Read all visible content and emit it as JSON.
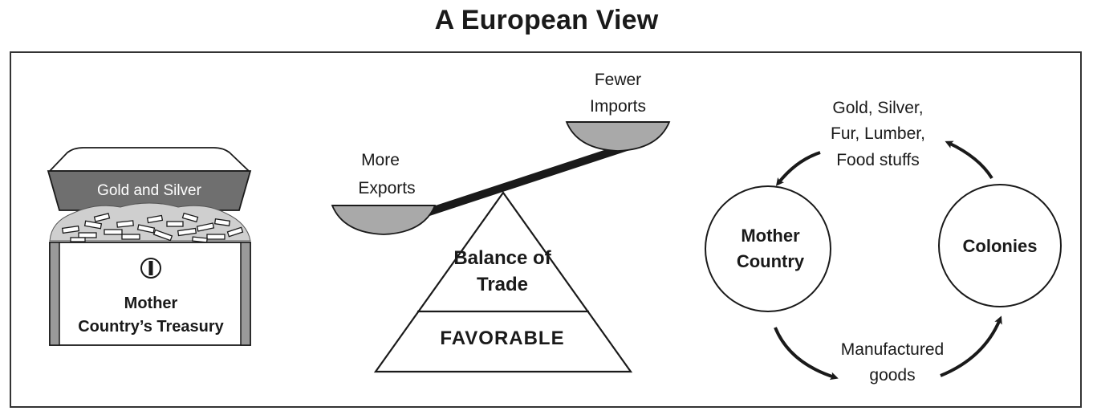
{
  "title": "A European View",
  "treasury": {
    "lid_label": "Gold and Silver",
    "name_line1": "Mother",
    "name_line2": "Country’s Treasury"
  },
  "balance": {
    "left_pan_line1": "More",
    "left_pan_line2": "Exports",
    "right_pan_line1": "Fewer",
    "right_pan_line2": "Imports",
    "fulcrum_line1": "Balance of",
    "fulcrum_line2": "Trade",
    "fulcrum_base": "FAVORABLE"
  },
  "trade_cycle": {
    "mother_line1": "Mother",
    "mother_line2": "Country",
    "colonies": "Colonies",
    "top_line1": "Gold, Silver,",
    "top_line2": "Fur, Lumber,",
    "top_line3": "Food stuffs",
    "bottom_line1": "Manufactured",
    "bottom_line2": "goods"
  },
  "colors": {
    "lid_band": "#6f6f6f",
    "pile": "#c9c9c9",
    "pan": "#a9a9a9",
    "line": "#1a1a1a"
  }
}
